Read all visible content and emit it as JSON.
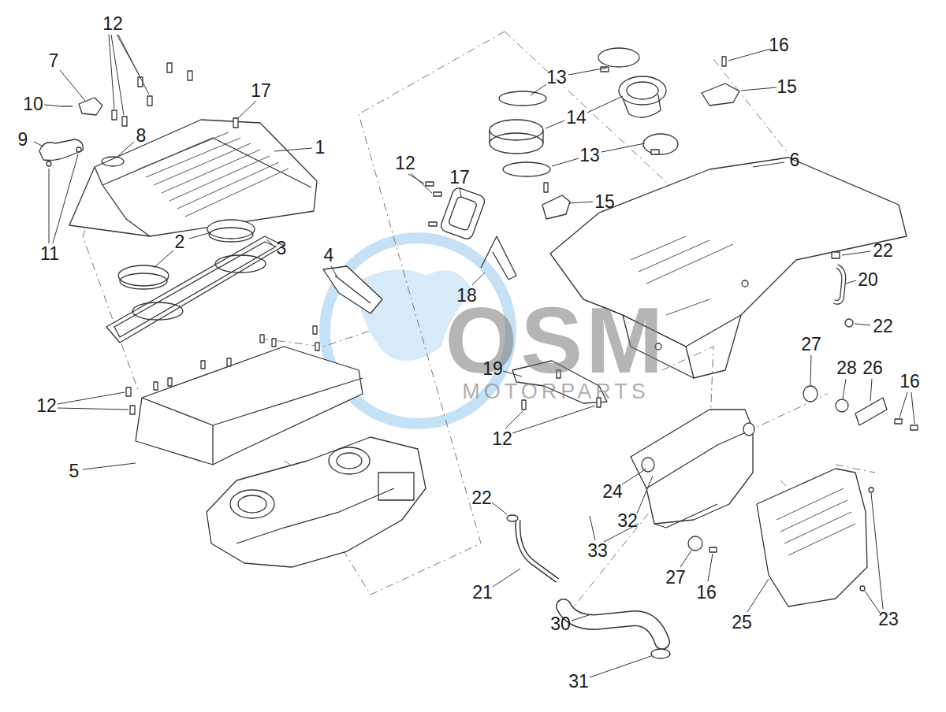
{
  "diagram": {
    "labels": [
      "12",
      "16",
      "7",
      "13",
      "15",
      "17",
      "10",
      "8",
      "14",
      "9",
      "1",
      "13",
      "6",
      "12",
      "17",
      "2",
      "3",
      "15",
      "4",
      "11",
      "22",
      "20",
      "18",
      "22",
      "OSM",
      "27",
      "28",
      "26",
      "19",
      "16",
      "MOTORPARTS",
      "12",
      "12",
      "5",
      "24",
      "22",
      "32",
      "33",
      "27",
      "16",
      "21",
      "23",
      "25",
      "30",
      "31"
    ]
  }
}
